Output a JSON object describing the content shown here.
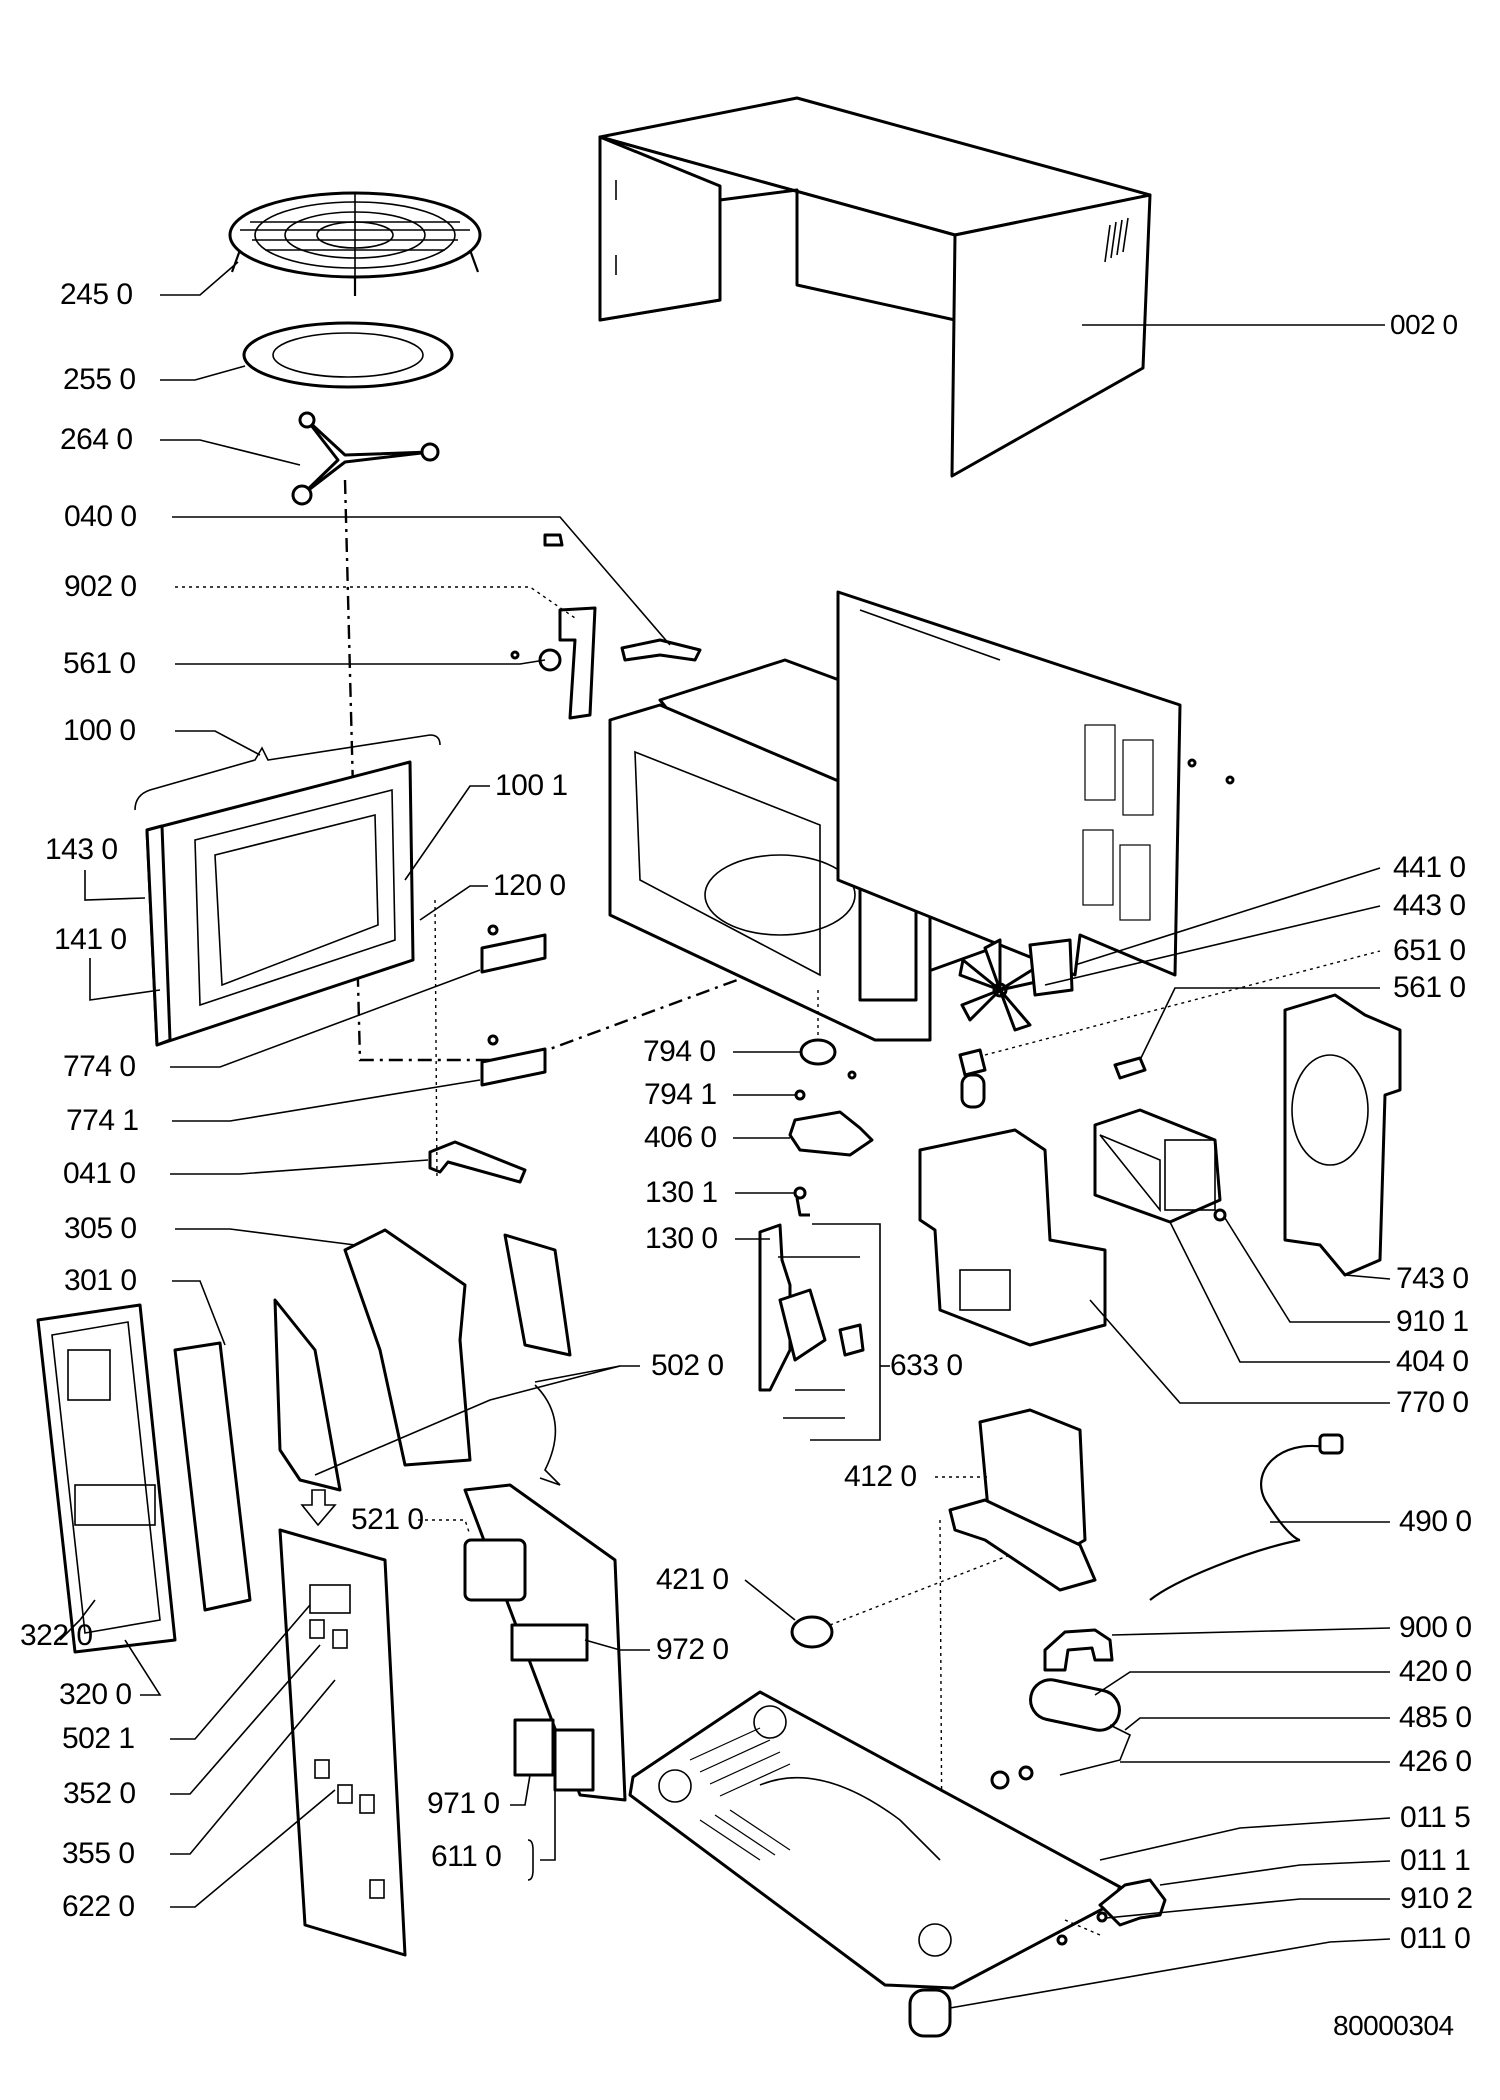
{
  "document": {
    "title": "Microwave oven exploded parts diagram",
    "drawing_number": "80000304"
  },
  "parts": {
    "p2450": "245 0",
    "p2550": "255 0",
    "p2640": "264 0",
    "p0400": "040 0",
    "p9020": "902 0",
    "p5610a": "561 0",
    "p1000": "100 0",
    "p1001": "100 1",
    "p1430": "143 0",
    "p1200": "120 0",
    "p1410": "141 0",
    "p7740": "774 0",
    "p7741": "774 1",
    "p0410": "041 0",
    "p3050": "305 0",
    "p3010": "301 0",
    "p5020": "502 0",
    "p5210": "521 0",
    "p3220": "322 0",
    "p3200": "320 0",
    "p5021": "502 1",
    "p3520": "352 0",
    "p3550": "355 0",
    "p6220": "622 0",
    "p9710": "971 0",
    "p6110": "611 0",
    "p7940": "794 0",
    "p7941": "794 1",
    "p4060": "406 0",
    "p1301": "130 1",
    "p1300": "130 0",
    "p6330": "633 0",
    "p4120": "412 0",
    "p4210": "421 0",
    "p9720": "972 0",
    "p0020": "002 0",
    "p4410": "441 0",
    "p4430": "443 0",
    "p6510": "651 0",
    "p5610b": "561 0",
    "p7430": "743 0",
    "p9101": "910 1",
    "p4040": "404 0",
    "p7700": "770 0",
    "p4900": "490 0",
    "p9000": "900 0",
    "p4200": "420 0",
    "p4850": "485 0",
    "p4260": "426 0",
    "p0115": "011 5",
    "p0111": "011 1",
    "p9102": "910 2",
    "p0110": "011 0"
  }
}
